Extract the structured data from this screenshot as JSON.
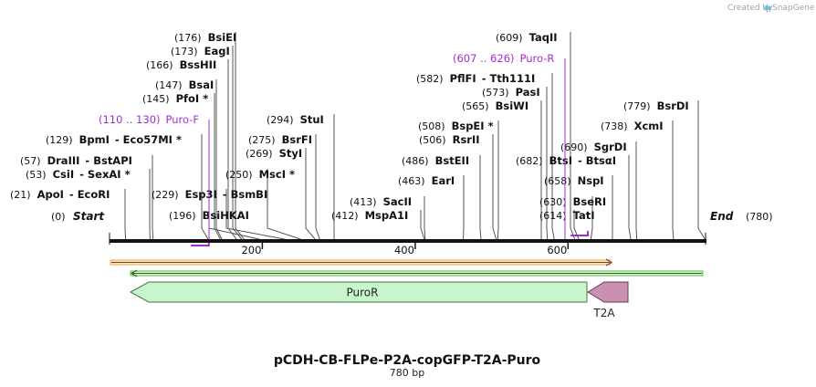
{
  "credit": {
    "created_by": "Created by",
    "brand": "SnapGene",
    "icon": "snapgene-logo-icon"
  },
  "map": {
    "title": "pCDH-CB-FLPe-P2A-copGFP-T2A-Puro",
    "length_label": "780 bp",
    "length_bp": 780,
    "start": {
      "pos_label": "(0)",
      "name": "Start"
    },
    "end": {
      "pos_label": "(780)",
      "name": "End"
    },
    "ticks": [
      {
        "bp": 200,
        "label": "200"
      },
      {
        "bp": 400,
        "label": "400"
      },
      {
        "bp": 600,
        "label": "600"
      }
    ],
    "enzymes": [
      {
        "pos": "(21)",
        "name": "ApoI",
        "name2": "EcoRI",
        "bp": 21
      },
      {
        "pos": "(53)",
        "name": "CsiI",
        "name2": "SexAI *",
        "bp": 53
      },
      {
        "pos": "(57)",
        "name": "DraIII",
        "name2": "BstAPI",
        "bp": 57
      },
      {
        "pos": "(129)",
        "name": "BpmI",
        "name2": "Eco57MI *",
        "bp": 129
      },
      {
        "pos": "(145)",
        "name": "PfoI *",
        "name2": "",
        "bp": 145
      },
      {
        "pos": "(147)",
        "name": "BsaI",
        "name2": "",
        "bp": 147
      },
      {
        "pos": "(166)",
        "name": "BssHII",
        "name2": "",
        "bp": 166
      },
      {
        "pos": "(173)",
        "name": "EagI",
        "name2": "",
        "bp": 173
      },
      {
        "pos": "(176)",
        "name": "BsiEI",
        "name2": "",
        "bp": 176
      },
      {
        "pos": "(196)",
        "name": "BsiHKAI",
        "name2": "",
        "bp": 196
      },
      {
        "pos": "(229)",
        "name": "Esp3I",
        "name2": "BsmBI",
        "bp": 229
      },
      {
        "pos": "(250)",
        "name": "MscI *",
        "name2": "",
        "bp": 250
      },
      {
        "pos": "(269)",
        "name": "StyI",
        "name2": "",
        "bp": 269
      },
      {
        "pos": "(275)",
        "name": "BsrFI",
        "name2": "",
        "bp": 275
      },
      {
        "pos": "(294)",
        "name": "StuI",
        "name2": "",
        "bp": 294
      },
      {
        "pos": "(412)",
        "name": "MspA1I",
        "name2": "",
        "bp": 412
      },
      {
        "pos": "(413)",
        "name": "SacII",
        "name2": "",
        "bp": 413
      },
      {
        "pos": "(463)",
        "name": "EarI",
        "name2": "",
        "bp": 463
      },
      {
        "pos": "(486)",
        "name": "BstEII",
        "name2": "",
        "bp": 486
      },
      {
        "pos": "(506)",
        "name": "RsrII",
        "name2": "",
        "bp": 506
      },
      {
        "pos": "(508)",
        "name": "BspEI *",
        "name2": "",
        "bp": 508
      },
      {
        "pos": "(565)",
        "name": "BsiWI",
        "name2": "",
        "bp": 565
      },
      {
        "pos": "(573)",
        "name": "PasI",
        "name2": "",
        "bp": 573
      },
      {
        "pos": "(582)",
        "name": "PflFI",
        "name2": "Tth111I",
        "bp": 582
      },
      {
        "pos": "(609)",
        "name": "TaqII",
        "name2": "",
        "bp": 609
      },
      {
        "pos": "(614)",
        "name": "TatI",
        "name2": "",
        "bp": 614
      },
      {
        "pos": "(630)",
        "name": "BseRI",
        "name2": "",
        "bp": 630
      },
      {
        "pos": "(658)",
        "name": "NspI",
        "name2": "",
        "bp": 658
      },
      {
        "pos": "(682)",
        "name": "BtsI",
        "name2": "BtsαI",
        "bp": 682
      },
      {
        "pos": "(690)",
        "name": "SgrDI",
        "name2": "",
        "bp": 690
      },
      {
        "pos": "(738)",
        "name": "XcmI",
        "name2": "",
        "bp": 738
      },
      {
        "pos": "(779)",
        "name": "BsrDI",
        "name2": "",
        "bp": 779
      }
    ],
    "primers": [
      {
        "range": "(110 .. 130)",
        "name": "Puro-F",
        "start": 110,
        "end": 130,
        "direction": "forward"
      },
      {
        "range": "(607 .. 626)",
        "name": "Puro-R",
        "start": 607,
        "end": 626,
        "direction": "reverse"
      }
    ],
    "features": [
      {
        "name": "PuroR",
        "start": 27,
        "end": 626,
        "direction": "reverse",
        "color": "#c9f5cc"
      },
      {
        "name": "T2A",
        "start": 627,
        "end": 680,
        "direction": "reverse",
        "color": "#c990b0"
      }
    ],
    "colors": {
      "backbone": "#111111",
      "primer": "#a12fd0",
      "orf_orange": "#f3a64f",
      "orf_green": "#5bbf4b",
      "puro_fill": "#c9f5cc",
      "puro_stroke": "#3f7a43",
      "t2a_fill": "#c990b0",
      "t2a_stroke": "#6a3a58"
    }
  }
}
